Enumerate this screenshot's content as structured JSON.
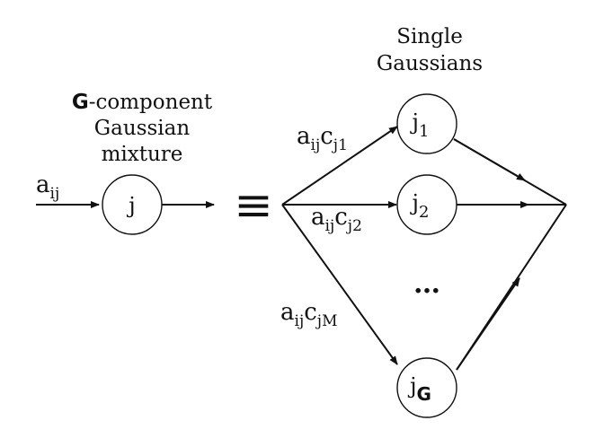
{
  "left_caption": {
    "line1_symbol": "G",
    "line1_rest": "-component",
    "line2": "Gaussian",
    "line3": "mixture"
  },
  "right_caption": {
    "line1": "Single",
    "line2": "Gaussians"
  },
  "input_edge": {
    "base": "a",
    "sub": "ij"
  },
  "mixture_node": {
    "label": "j"
  },
  "equivalence_symbol": "≡",
  "component_nodes": [
    {
      "base": "j",
      "sub": "1"
    },
    {
      "base": "j",
      "sub": "2"
    },
    {
      "base": "j",
      "sub": "G"
    }
  ],
  "ellipsis": "…",
  "edge_labels": [
    {
      "a": "a",
      "a_sub": "ij",
      "c": "c",
      "c_sub": "j1"
    },
    {
      "a": "a",
      "a_sub": "ij",
      "c": "c",
      "c_sub": "j2"
    },
    {
      "a": "a",
      "a_sub": "ij",
      "c": "c",
      "c_sub": "jM"
    }
  ],
  "colors": {
    "ink": "#111111",
    "background": "#ffffff"
  }
}
